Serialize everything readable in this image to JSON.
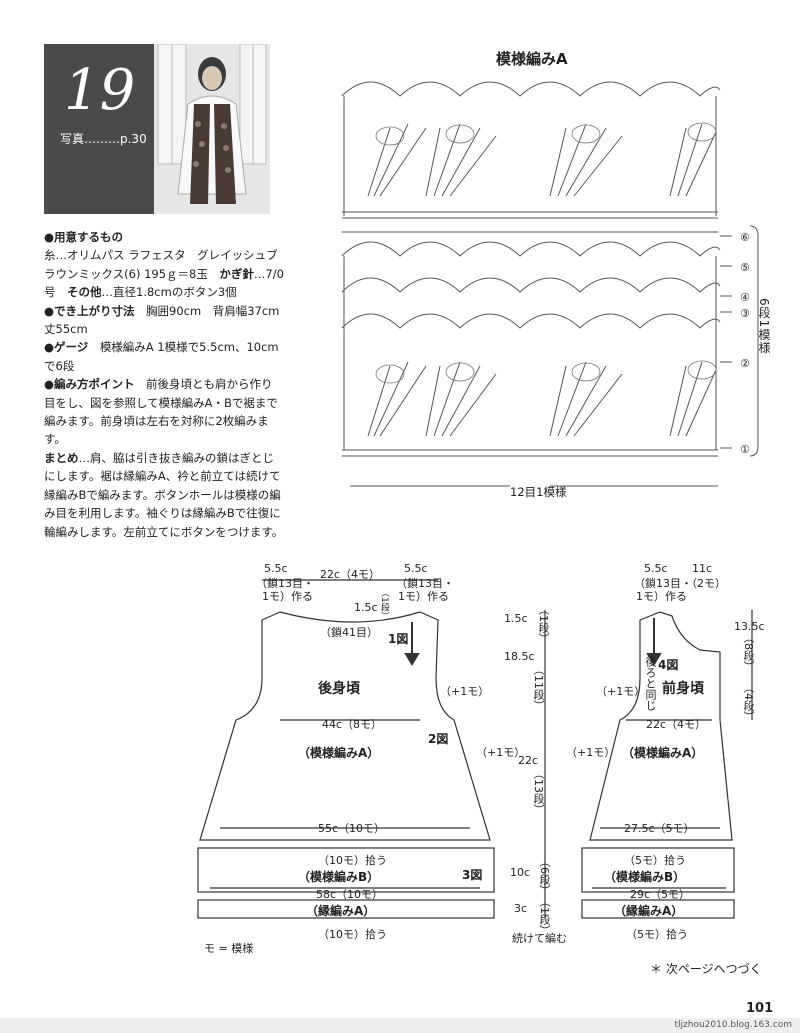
{
  "header": {
    "number": "19",
    "photo_ref": "写真………p.30"
  },
  "materials": {
    "heading": "●用意するもの",
    "yarn": "糸…オリムパス ラフェスタ　グレイッシュブラウンミックス(6) 195ｇ＝8玉",
    "hook_label": "かぎ針",
    "hook": "…7/0号",
    "other_label": "その他",
    "other": "…直径1.8cmのボタン3個",
    "size_heading": "●でき上がり寸法",
    "size": "胸囲90cm　背肩幅37cm　丈55cm",
    "gauge_heading": "●ゲージ",
    "gauge": "模様編みA 1模様で5.5cm、10cmで6段",
    "point_heading": "●編み方ポイント",
    "point": "前後身頃とも肩から作り目をし、図を参照して模様編みA・Bで裾まで編みます。前身頃は左右を対称に2枚編みます。",
    "finish_heading": "まとめ",
    "finish": "…肩、脇は引き抜き編みの鎖はぎとじにします。裾は縁編みA、衿と前立ては続けて縁編みBで編みます。ボタンホールは模様の編み目を利用します。袖ぐりは縁編みBで往復に輪編みします。左前立てにボタンをつけます。"
  },
  "pattern": {
    "title": "模様編みA",
    "repeat": "12目1模様",
    "rows_label": "6段1模様",
    "row_markers": [
      "⑥",
      "⑤",
      "④",
      "③",
      "②",
      "①"
    ]
  },
  "back": {
    "top_left": "5.5c",
    "top_left_note1": "（鎖13目・",
    "top_left_note2": "1モ）作る",
    "top_center": "22c（4モ）",
    "top_right": "5.5c",
    "top_right_note1": "（鎖13目・",
    "top_right_note2": "1モ）作る",
    "neck_depth": "1.5c",
    "neck_rows": "（1段）",
    "neck_chain": "（鎖41目）",
    "fig1": "1図",
    "name": "後身頃",
    "inc_left": "（+1モ）",
    "inc_right": "（+1モ）",
    "width_upper": "44c（8モ）",
    "fig2": "2図",
    "pattern_a": "（模様編みA）",
    "width_lower": "55c（10モ）",
    "pickup_upper": "（10モ）拾う",
    "pattern_b": "（模様編みB）",
    "fig3": "3図",
    "width_b": "58c（10モ）",
    "edging_a": "（縁編みA）",
    "pickup_lower": "（10モ）拾う",
    "legend": "モ = 模様"
  },
  "side": {
    "h1": "1.5c",
    "h1_rows": "（1段）",
    "h2": "18.5c",
    "h2_rows": "（11段）",
    "h3": "22c",
    "h3_rows": "（13段）",
    "h4": "10c",
    "h4_rows": "（6段）",
    "h5": "3c",
    "h5_rows": "（1段）",
    "continue": "続けて編む"
  },
  "front": {
    "top_left": "5.5c",
    "top_left_note1": "（鎖13目・",
    "top_left_note2": "1モ）作る",
    "top_right": "11c",
    "top_right_note": "（2モ）",
    "neck": "13.5c",
    "neck_rows": "（8段）",
    "neck_dec": "（4段）",
    "fig4": "4図",
    "same_as_back": "後ろと同じ",
    "name": "前身頃",
    "inc_left": "（+1モ）",
    "inc_left2": "（+1モ）",
    "width_upper": "22c（4モ）",
    "pattern_a": "（模様編みA）",
    "width_lower": "27.5c（5モ）",
    "pickup_upper": "（5モ）拾う",
    "pattern_b": "（模様編みB）",
    "width_b": "29c（5モ）",
    "edging_a": "（縁編みA）",
    "pickup_lower": "（5モ）拾う"
  },
  "note": "＊ 次ページへつづく",
  "page_number": "101",
  "footer_url": "tljzhou2010.blog.163.com"
}
